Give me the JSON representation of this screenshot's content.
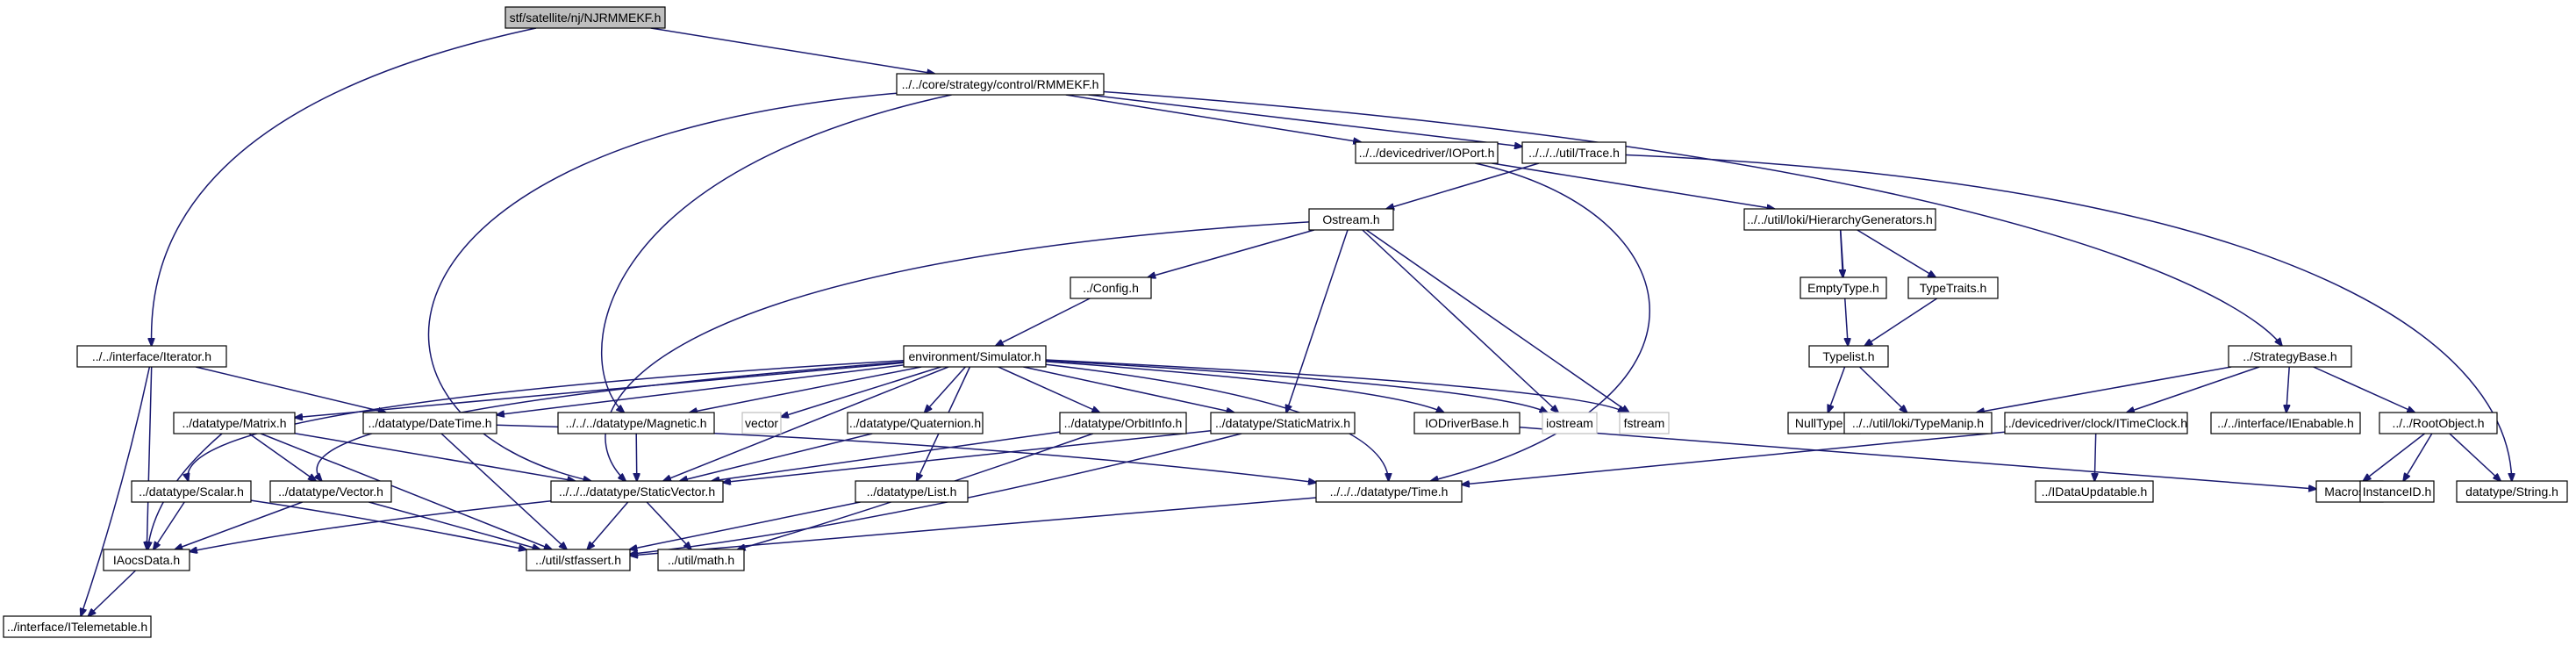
{
  "graph": {
    "root": "n0",
    "colors": {
      "edge": "#191970",
      "node_border": "#000000",
      "root_fill": "#bfbfbf",
      "external_border": "#bfbfbf"
    },
    "nodes": [
      {
        "id": "n0",
        "label": "stf/satellite/nj/NJRMMEKF.h",
        "kind": "root"
      },
      {
        "id": "n1",
        "label": "../../core/strategy/control/RMMEKF.h",
        "kind": "file"
      },
      {
        "id": "n2",
        "label": "../../interface/Iterator.h",
        "kind": "file"
      },
      {
        "id": "n3",
        "label": "../../devicedriver/IOPort.h",
        "kind": "file"
      },
      {
        "id": "n4",
        "label": "../../../util/Trace.h",
        "kind": "file"
      },
      {
        "id": "n5",
        "label": "../StrategyBase.h",
        "kind": "file"
      },
      {
        "id": "n6",
        "label": "Ostream.h",
        "kind": "file"
      },
      {
        "id": "n7",
        "label": "../../util/loki/HierarchyGenerators.h",
        "kind": "file"
      },
      {
        "id": "n8",
        "label": "../Config.h",
        "kind": "file"
      },
      {
        "id": "n9",
        "label": "EmptyType.h",
        "kind": "file"
      },
      {
        "id": "n10",
        "label": "TypeTraits.h",
        "kind": "file"
      },
      {
        "id": "n11",
        "label": "environment/Simulator.h",
        "kind": "file"
      },
      {
        "id": "n12",
        "label": "Typelist.h",
        "kind": "file"
      },
      {
        "id": "n13",
        "label": "../datatype/Matrix.h",
        "kind": "file"
      },
      {
        "id": "n14",
        "label": "../datatype/DateTime.h",
        "kind": "file"
      },
      {
        "id": "n15",
        "label": "../../../datatype/Magnetic.h",
        "kind": "file"
      },
      {
        "id": "n16",
        "label": "vector",
        "kind": "external"
      },
      {
        "id": "n17",
        "label": "../datatype/Quaternion.h",
        "kind": "file"
      },
      {
        "id": "n18",
        "label": "../datatype/OrbitInfo.h",
        "kind": "file"
      },
      {
        "id": "n19",
        "label": "../datatype/StaticMatrix.h",
        "kind": "file"
      },
      {
        "id": "n20",
        "label": "IODriverBase.h",
        "kind": "file"
      },
      {
        "id": "n21",
        "label": "iostream",
        "kind": "external"
      },
      {
        "id": "n22",
        "label": "fstream",
        "kind": "external"
      },
      {
        "id": "n23",
        "label": "NullType.h",
        "kind": "file"
      },
      {
        "id": "n24",
        "label": "../../util/loki/TypeManip.h",
        "kind": "file"
      },
      {
        "id": "n25",
        "label": "../devicedriver/clock/ITimeClock.h",
        "kind": "file"
      },
      {
        "id": "n26",
        "label": "../../interface/IEnabable.h",
        "kind": "file"
      },
      {
        "id": "n27",
        "label": "../../RootObject.h",
        "kind": "file"
      },
      {
        "id": "n28",
        "label": "../datatype/Scalar.h",
        "kind": "file"
      },
      {
        "id": "n29",
        "label": "../datatype/Vector.h",
        "kind": "file"
      },
      {
        "id": "n30",
        "label": "../../../datatype/StaticVector.h",
        "kind": "file"
      },
      {
        "id": "n31",
        "label": "../datatype/List.h",
        "kind": "file"
      },
      {
        "id": "n32",
        "label": "../../../datatype/Time.h",
        "kind": "file"
      },
      {
        "id": "n33",
        "label": "../IDataUpdatable.h",
        "kind": "file"
      },
      {
        "id": "n34",
        "label": "Macros.h",
        "kind": "file"
      },
      {
        "id": "n35",
        "label": "InstanceID.h",
        "kind": "file"
      },
      {
        "id": "n36",
        "label": "datatype/String.h",
        "kind": "file"
      },
      {
        "id": "n37",
        "label": "IAocsData.h",
        "kind": "file"
      },
      {
        "id": "n38",
        "label": "../util/stfassert.h",
        "kind": "file"
      },
      {
        "id": "n39",
        "label": "../util/math.h",
        "kind": "file"
      },
      {
        "id": "n40",
        "label": "../interface/ITelemetable.h",
        "kind": "file"
      }
    ],
    "edges": [
      [
        "n0",
        "n1"
      ],
      [
        "n0",
        "n2"
      ],
      [
        "n1",
        "n3"
      ],
      [
        "n1",
        "n4"
      ],
      [
        "n1",
        "n5"
      ],
      [
        "n1",
        "n15"
      ],
      [
        "n1",
        "n30"
      ],
      [
        "n2",
        "n14"
      ],
      [
        "n2",
        "n37"
      ],
      [
        "n2",
        "n40"
      ],
      [
        "n3",
        "n7"
      ],
      [
        "n3",
        "n32"
      ],
      [
        "n4",
        "n6"
      ],
      [
        "n4",
        "n36"
      ],
      [
        "n6",
        "n8"
      ],
      [
        "n6",
        "n30"
      ],
      [
        "n6",
        "n19"
      ],
      [
        "n6",
        "n21"
      ],
      [
        "n6",
        "n22"
      ],
      [
        "n7",
        "n9"
      ],
      [
        "n7",
        "n10"
      ],
      [
        "n7",
        "n12"
      ],
      [
        "n10",
        "n12"
      ],
      [
        "n12",
        "n23"
      ],
      [
        "n12",
        "n24"
      ],
      [
        "n8",
        "n11"
      ],
      [
        "n11",
        "n13"
      ],
      [
        "n11",
        "n14"
      ],
      [
        "n11",
        "n15"
      ],
      [
        "n11",
        "n16"
      ],
      [
        "n11",
        "n17"
      ],
      [
        "n11",
        "n18"
      ],
      [
        "n11",
        "n19"
      ],
      [
        "n11",
        "n20"
      ],
      [
        "n11",
        "n21"
      ],
      [
        "n11",
        "n22"
      ],
      [
        "n11",
        "n28"
      ],
      [
        "n11",
        "n29"
      ],
      [
        "n11",
        "n30"
      ],
      [
        "n11",
        "n31"
      ],
      [
        "n11",
        "n32"
      ],
      [
        "n5",
        "n24"
      ],
      [
        "n5",
        "n25"
      ],
      [
        "n5",
        "n26"
      ],
      [
        "n5",
        "n27"
      ],
      [
        "n25",
        "n32"
      ],
      [
        "n25",
        "n33"
      ],
      [
        "n27",
        "n34"
      ],
      [
        "n27",
        "n35"
      ],
      [
        "n27",
        "n36"
      ],
      [
        "n13",
        "n29"
      ],
      [
        "n13",
        "n30"
      ],
      [
        "n13",
        "n37"
      ],
      [
        "n13",
        "n38"
      ],
      [
        "n14",
        "n32"
      ],
      [
        "n14",
        "n38"
      ],
      [
        "n15",
        "n30"
      ],
      [
        "n17",
        "n30"
      ],
      [
        "n18",
        "n30"
      ],
      [
        "n18",
        "n39"
      ],
      [
        "n19",
        "n30"
      ],
      [
        "n19",
        "n38"
      ],
      [
        "n20",
        "n34"
      ],
      [
        "n28",
        "n37"
      ],
      [
        "n28",
        "n38"
      ],
      [
        "n29",
        "n37"
      ],
      [
        "n29",
        "n38"
      ],
      [
        "n30",
        "n37"
      ],
      [
        "n30",
        "n38"
      ],
      [
        "n30",
        "n39"
      ],
      [
        "n31",
        "n38"
      ],
      [
        "n32",
        "n38"
      ],
      [
        "n37",
        "n40"
      ]
    ]
  }
}
